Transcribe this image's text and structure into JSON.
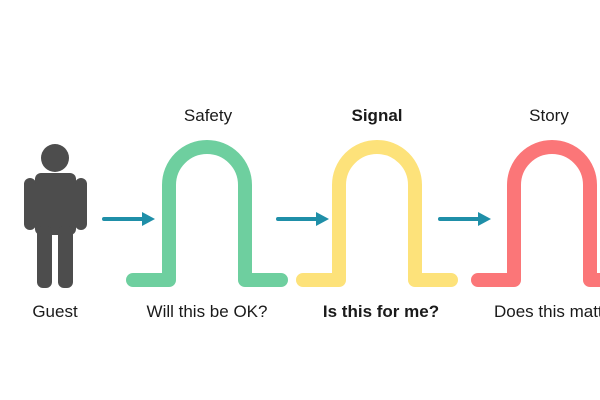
{
  "diagram": {
    "start_label": "Guest",
    "stages": [
      {
        "title": "Safety",
        "question": "Will this be OK?",
        "color": "#6ecf9f",
        "emphasized": false
      },
      {
        "title": "Signal",
        "question": "Is this for me?",
        "color": "#fde27a",
        "emphasized": true
      },
      {
        "title": "Story",
        "question": "Does this matt",
        "color": "#fb7678",
        "emphasized": false
      }
    ],
    "colors": {
      "person": "#4d4d4d",
      "arrow": "#1f8fa8",
      "text": "#1a1a1a"
    }
  }
}
